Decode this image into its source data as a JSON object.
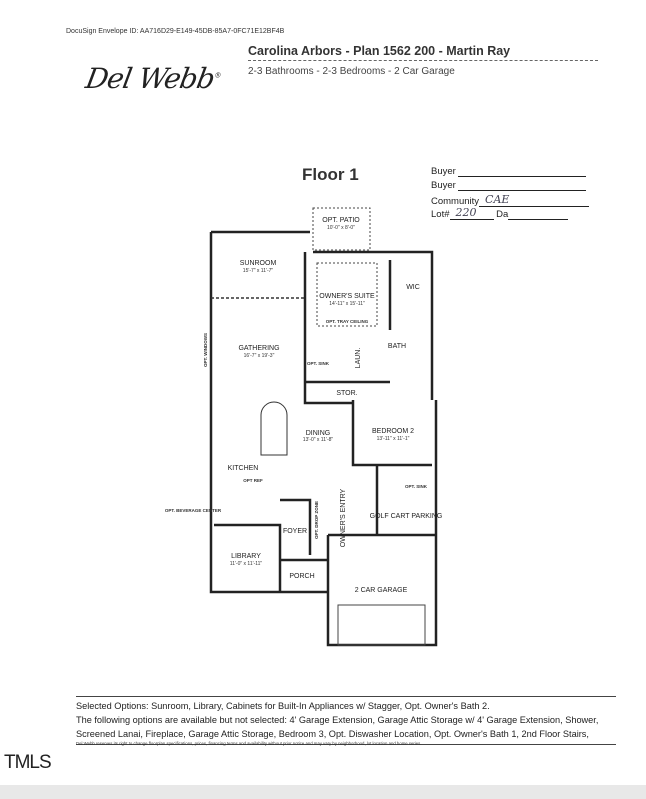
{
  "header": {
    "envelope_id": "DocuSign Envelope ID: AA716D29-E149-45DB-85A7-0FC71E12BF4B",
    "title": "Carolina Arbors - Plan 1562 200 - Martin Ray",
    "subtitle": "2-3 Bathrooms - 2-3 Bedrooms - 2 Car Garage",
    "logo": "Del Webb"
  },
  "floor_title": "Floor 1",
  "form": {
    "buyer1_label": "Buyer",
    "buyer2_label": "Buyer",
    "community_label": "Community",
    "community_value": "CAE",
    "lot_label": "Lot#",
    "lot_value": "220",
    "date_label": "Da"
  },
  "rooms": {
    "patio": {
      "name": "OPT. PATIO",
      "dims": "10'-0\" x 8'-0\""
    },
    "sunroom": {
      "name": "SUNROOM",
      "dims": "15'-7\" x 11'-7\""
    },
    "owners_suite": {
      "name": "OWNER'S SUITE",
      "dims": "14'-11\" x 15'-11\""
    },
    "tray_ceiling": "OPT. TRAY CEILING",
    "wic": "WIC",
    "bath": "BATH",
    "gathering": {
      "name": "GATHERING",
      "dims": "16'-7\" x 19'-3\""
    },
    "opt_windows": "OPT. WINDOWS",
    "opt_sink": "OPT. SINK",
    "laun": "LAUN.",
    "stor": "STOR.",
    "dining": {
      "name": "DINING",
      "dims": "13'-0\" x 11'-8\""
    },
    "bedroom2": {
      "name": "BEDROOM 2",
      "dims": "13'-11\" x 11'-1\""
    },
    "kitchen": "KITCHEN",
    "opt_ref": "OPT REF",
    "beverage": "OPT. BEVERAGE CENTER",
    "foyer": "FOYER",
    "owners_entry": "OWNER'S ENTRY",
    "drop_zone": "OPT. DROP ZONE",
    "golf_cart": "GOLF CART PARKING",
    "opt_sink2": "OPT. SINK",
    "library": {
      "name": "LIBRARY",
      "dims": "11'-0\" x 11'-11\""
    },
    "porch": "PORCH",
    "garage": "2 CAR GARAGE"
  },
  "options": {
    "selected": "Selected Options: Sunroom, Library, Cabinets for Built-In Appliances w/ Stagger, Opt. Owner's Bath 2.",
    "not_selected": "The following options are available but not selected: 4' Garage Extension, Garage Attic Storage w/ 4' Garage Extension, Shower, Screened Lanai, Fireplace, Garage Attic Storage, Bedroom 3, Opt. Diswasher Location, Opt. Owner's Bath 1, 2nd Floor Stairs,"
  },
  "disclaimer": "Del Webb reserves its right to change floorplan specifications, prices, financing terms and availability without prior notice and may vary by neighborhood, lot location and home series.",
  "watermark": "TMLS"
}
